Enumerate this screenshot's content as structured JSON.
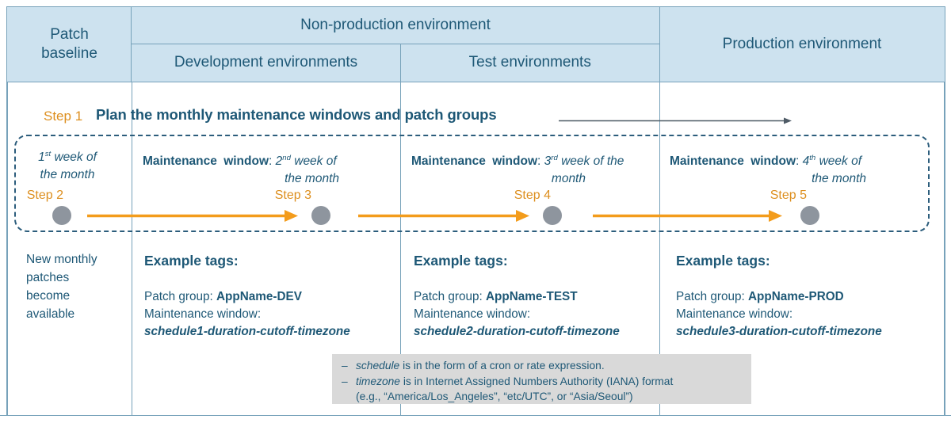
{
  "colors": {
    "header_bg": "#cde2ef",
    "grid_border": "#77a2ba",
    "text_dark_blue": "#1e5876",
    "step_orange": "#dd8f1f",
    "arrow_orange": "#f39c1c",
    "circle_gray": "#8e959e",
    "note_bg": "#d9d9d9",
    "thin_arrow": "#4e5b66"
  },
  "header": {
    "patch_baseline": "Patch\nbaseline",
    "non_production": "Non-production environment",
    "development": "Development environments",
    "test": "Test environments",
    "production": "Production environment"
  },
  "step1": {
    "label": "Step 1",
    "title": "Plan the monthly maintenance windows and patch groups"
  },
  "timeline": {
    "baseline_week": {
      "num": "1",
      "sup": "st",
      "rest": " week of",
      "line2": "the month"
    },
    "windows": [
      {
        "bold": "Maintenance window",
        "sep": ": ",
        "num": "2",
        "sup": "nd",
        "rest": " week of",
        "line2": "the month"
      },
      {
        "bold": "Maintenance window",
        "sep": ": ",
        "num": "3",
        "sup": "rd",
        "rest": " week of the",
        "line2": "month"
      },
      {
        "bold": "Maintenance window",
        "sep": ": ",
        "num": "4",
        "sup": "th",
        "rest": " week of",
        "line2": "the month"
      }
    ],
    "steps": [
      "Step 2",
      "Step 3",
      "Step 4",
      "Step 5"
    ]
  },
  "baseline_note": "New monthly\npatches\nbecome\navailable",
  "example_tags": [
    {
      "heading": "Example tags:",
      "patch_group_label": "Patch group: ",
      "patch_group_value": "AppName-DEV",
      "mw_label": "Maintenance window:",
      "mw_value": "schedule1-duration-cutoff-timezone"
    },
    {
      "heading": "Example tags:",
      "patch_group_label": "Patch group: ",
      "patch_group_value": "AppName-TEST",
      "mw_label": "Maintenance window:",
      "mw_value": "schedule2-duration-cutoff-timezone"
    },
    {
      "heading": "Example tags:",
      "patch_group_label": "Patch group: ",
      "patch_group_value": "AppName-PROD",
      "mw_label": "Maintenance window:",
      "mw_value": "schedule3-duration-cutoff-timezone"
    }
  ],
  "note": {
    "items": [
      {
        "dash": "–",
        "term": "schedule",
        "rest": " is in the form of a cron or rate expression."
      },
      {
        "dash": "–",
        "term": "timezone",
        "rest": " is in Internet Assigned Numbers Authority (IANA) format"
      }
    ],
    "continuation": "(e.g., “America/Los_Angeles”,  “etc/UTC”, or “Asia/Seoul”)"
  }
}
